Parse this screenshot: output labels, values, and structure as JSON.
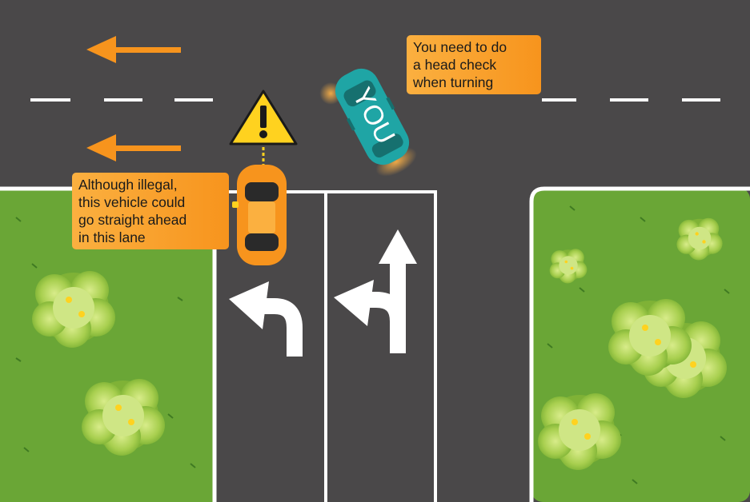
{
  "callouts": {
    "head_check": "You need to do\na head check\nwhen turning",
    "illegal_lane": "Although illegal,\nthis vehicle could\ngo straight ahead\nin this lane"
  },
  "your_car": {
    "label": "YOU",
    "color": "#1fa5a5"
  },
  "other_car": {
    "color": "#f7941d"
  },
  "colors": {
    "road": "#4a4849",
    "grass": "#6aa636",
    "marking": "#ffffff",
    "traffic_arrow": "#f7941d",
    "warning_sign": "#ffd21f"
  },
  "icons": {
    "warning": "warning-triangle-icon",
    "lane_arrow_left": "turn-left-arrow-icon",
    "lane_arrow_straight_left": "straight-or-left-arrow-icon",
    "direction": "arrow-left-icon",
    "bush": "bush-icon"
  }
}
